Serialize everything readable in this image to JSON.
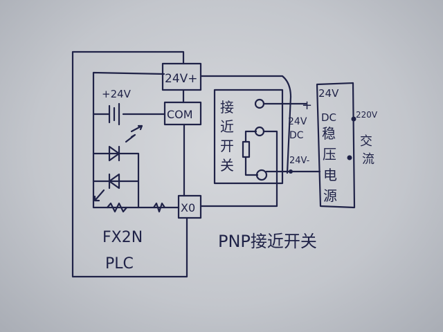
{
  "plc": {
    "terminal_24v": "24V+",
    "terminal_com": "COM",
    "terminal_x0": "X0",
    "model": "FX2N",
    "name": "PLC",
    "internal_supply": "+24V"
  },
  "sensor": {
    "label_chars": [
      "接",
      "近",
      "开",
      "关"
    ]
  },
  "dc_output": {
    "plus": "+",
    "v24_top": "24V",
    "dc": "DC",
    "v24_minus": "24V-"
  },
  "power_supply": {
    "chars": [
      "24V",
      "DC",
      "稳",
      "压",
      "电",
      "源"
    ]
  },
  "ac_input": {
    "voltage": "220V",
    "chars": [
      "交",
      "流"
    ]
  },
  "caption": "PNP接近开关",
  "colors": {
    "ink": "#1f2247",
    "paper": "#d0d2d6"
  }
}
